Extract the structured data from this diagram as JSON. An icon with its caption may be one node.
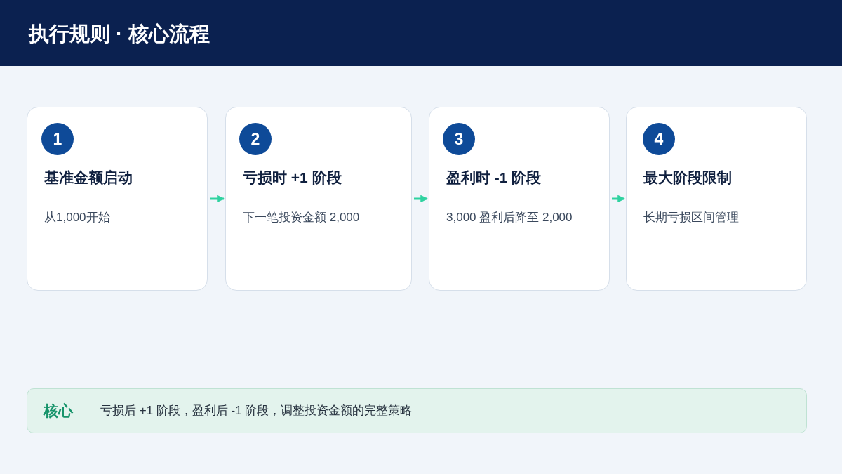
{
  "diagram": {
    "title": "执行规则 · 核心流程",
    "nodes": [
      {
        "text": [
          "基准金额启动",
          "从1,000开始"
        ]
      },
      {
        "text": [
          "1"
        ],
        "in": 0
      },
      {
        "text": [
          "亏损时 +1 阶段",
          "下一笔投资金额 2,000"
        ]
      },
      {
        "text": [
          "2"
        ],
        "in": 2
      },
      {
        "text": [
          "盈利时 -1 阶段",
          "3,000 盈利后降至 2,000"
        ]
      },
      {
        "text": [
          "3"
        ],
        "in": 4
      },
      {
        "text": [
          "最大阶段限制",
          "长期亏损区间管理"
        ]
      },
      {
        "text": [
          "4"
        ],
        "in": 6
      },
      {
        "text": [
          "核心",
          "亏损后 +1 阶段，盈利后 -1 阶段，调整投资金额的完整策略"
        ]
      }
    ],
    "edges": [
      {
        "from": 0,
        "to": 2,
        "arrow": "to"
      },
      {
        "from": 2,
        "to": 4,
        "arrow": "to"
      },
      {
        "from": 4,
        "to": 6,
        "arrow": "to"
      }
    ]
  }
}
